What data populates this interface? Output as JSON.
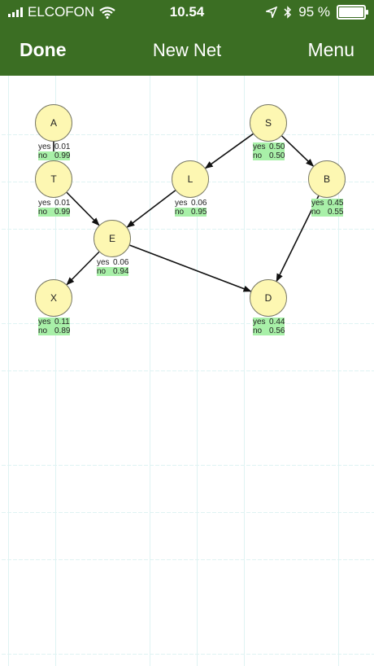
{
  "status_bar": {
    "carrier": "ELCOFON",
    "time": "10.54",
    "battery": "95 %",
    "icons": [
      "signal-bars-icon",
      "wifi-icon",
      "location-arrow-icon",
      "bluetooth-icon",
      "battery-icon"
    ]
  },
  "nav": {
    "done_label": "Done",
    "title": "New Net",
    "menu_label": "Menu"
  },
  "colors": {
    "header": "#3b6e23",
    "node_fill": "#fdf7b2",
    "highlight": "#a8f0a8",
    "grid": "#dff3f3"
  },
  "nodes": [
    {
      "id": "A",
      "label": "A",
      "yes": "0.01",
      "no": "0.99",
      "highlight": "no"
    },
    {
      "id": "T",
      "label": "T",
      "yes": "0.01",
      "no": "0.99",
      "highlight": "no"
    },
    {
      "id": "S",
      "label": "S",
      "yes": "0.50",
      "no": "0.50",
      "highlight": "both"
    },
    {
      "id": "L",
      "label": "L",
      "yes": "0.06",
      "no": "0.95",
      "highlight": "no"
    },
    {
      "id": "B",
      "label": "B",
      "yes": "0.45",
      "no": "0.55",
      "highlight": "both"
    },
    {
      "id": "E",
      "label": "E",
      "yes": "0.06",
      "no": "0.94",
      "highlight": "no"
    },
    {
      "id": "X",
      "label": "X",
      "yes": "0.11",
      "no": "0.89",
      "highlight": "both"
    },
    {
      "id": "D",
      "label": "D",
      "yes": "0.44",
      "no": "0.56",
      "highlight": "both"
    }
  ],
  "edges": [
    {
      "from": "A",
      "to": "T"
    },
    {
      "from": "S",
      "to": "L"
    },
    {
      "from": "S",
      "to": "B"
    },
    {
      "from": "T",
      "to": "E"
    },
    {
      "from": "L",
      "to": "E"
    },
    {
      "from": "E",
      "to": "X"
    },
    {
      "from": "E",
      "to": "D"
    },
    {
      "from": "B",
      "to": "D"
    }
  ],
  "prob_labels": {
    "yes": "yes",
    "no": "no"
  }
}
